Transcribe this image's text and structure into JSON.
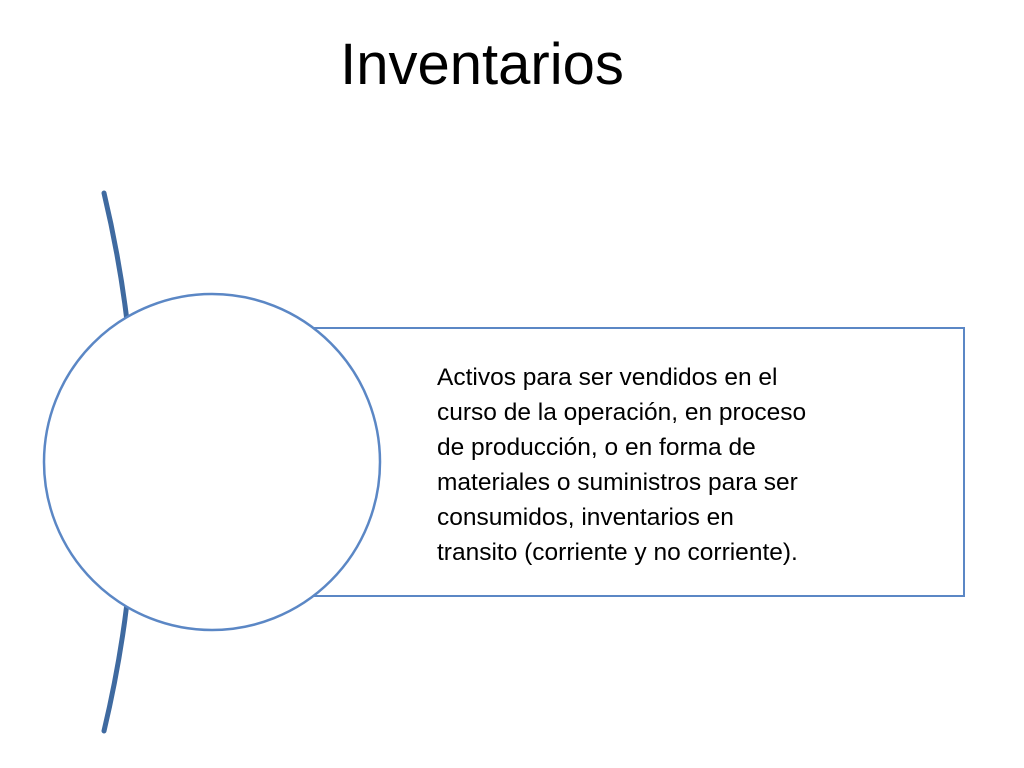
{
  "slide": {
    "title": "Inventarios"
  },
  "item": {
    "lines": [
      "Activos para ser vendidos en el",
      "curso de la operación, en proceso",
      "de producción, o en forma de",
      "materiales o suministros para ser",
      "consumidos, inventarios en",
      "transito (corriente y no corriente)."
    ]
  },
  "colors": {
    "arc": "#3f6aa0",
    "outline": "#5b87c5",
    "fill": "#ffffff",
    "text": "#000000"
  }
}
